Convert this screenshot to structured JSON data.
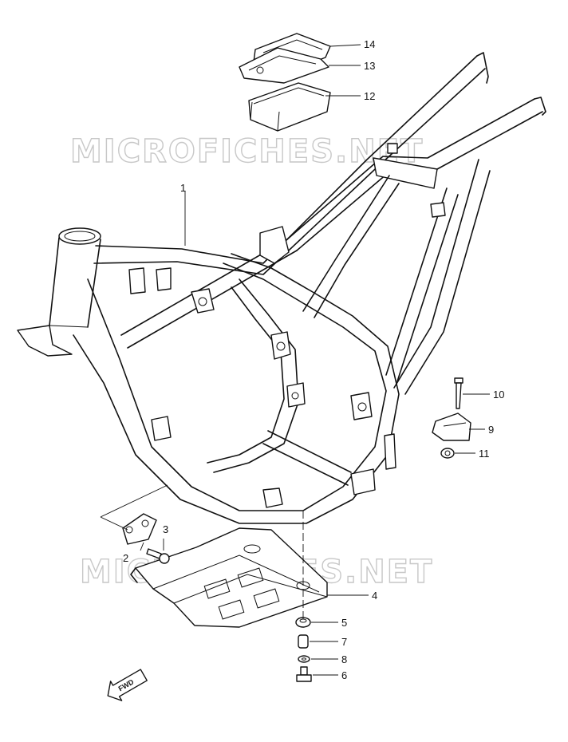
{
  "watermark": "MICROFICHES.NET",
  "direction_badge": "FWD",
  "parts": [
    {
      "number": "1"
    },
    {
      "number": "2"
    },
    {
      "number": "3"
    },
    {
      "number": "4"
    },
    {
      "number": "5"
    },
    {
      "number": "6"
    },
    {
      "number": "7"
    },
    {
      "number": "8"
    },
    {
      "number": "9"
    },
    {
      "number": "10"
    },
    {
      "number": "11"
    },
    {
      "number": "12"
    },
    {
      "number": "13"
    },
    {
      "number": "14"
    }
  ]
}
